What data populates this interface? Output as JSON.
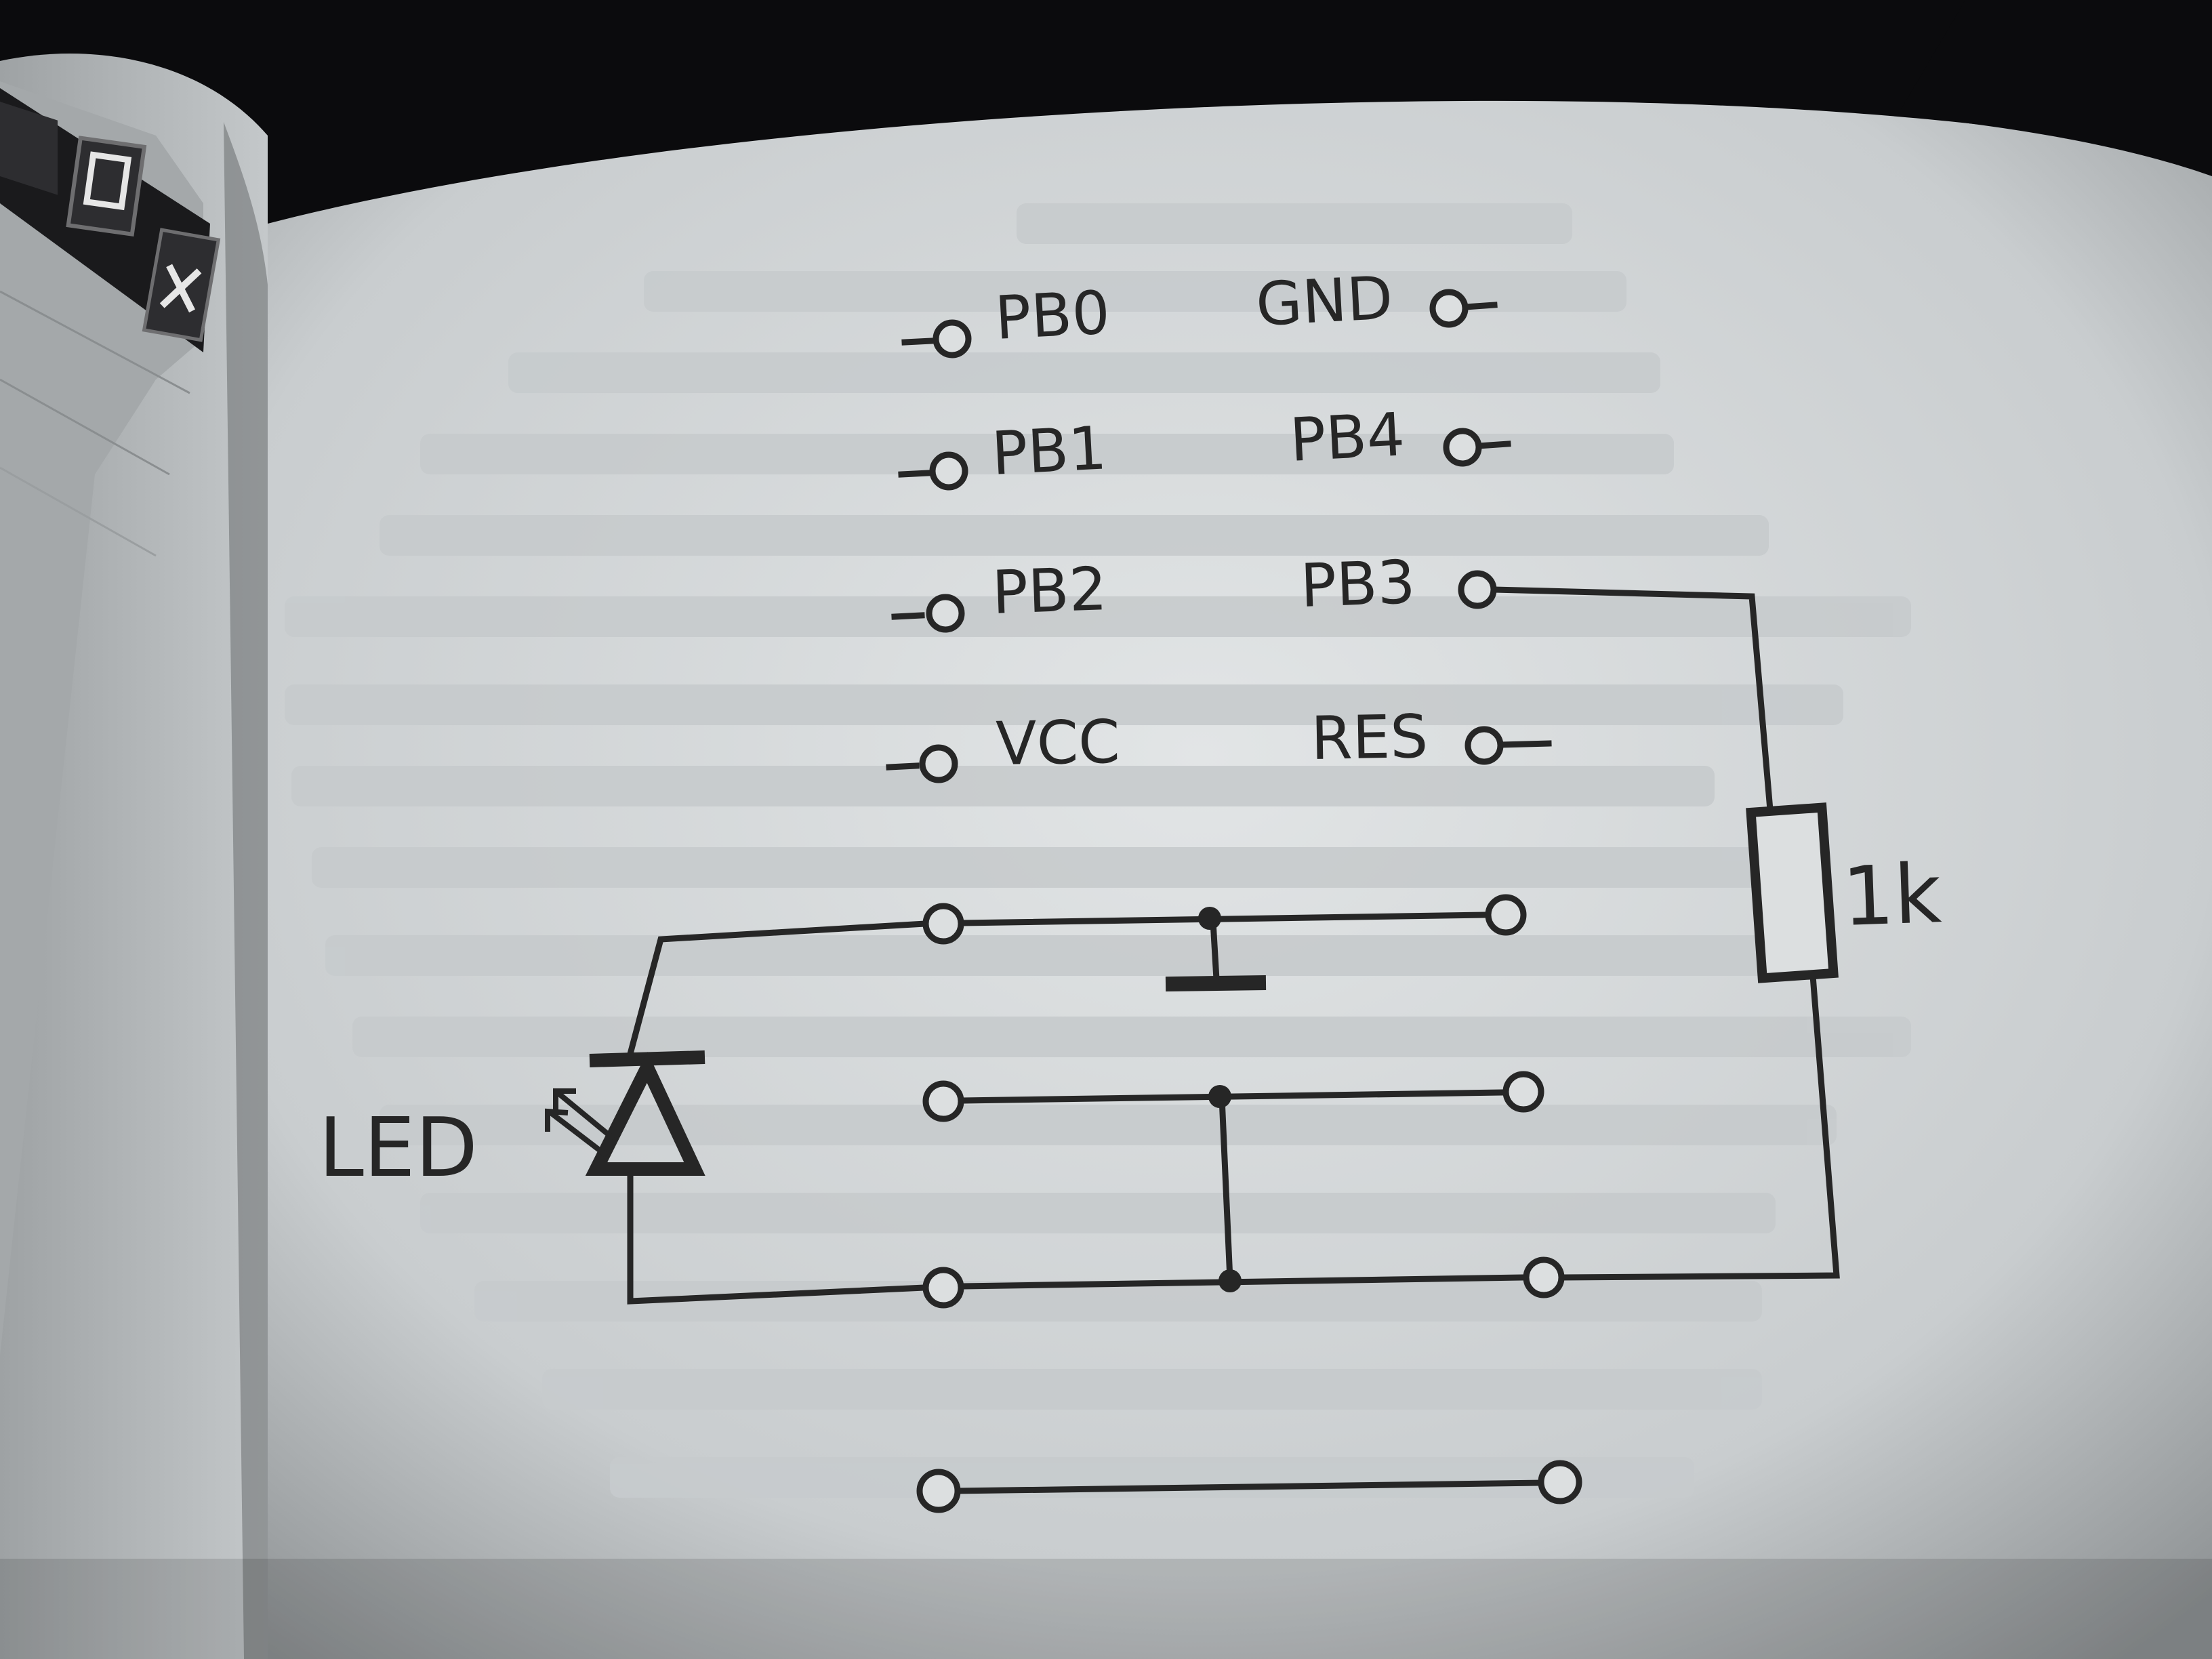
{
  "schematic": {
    "pin_labels": {
      "pb0": "PB0",
      "pb1": "PB1",
      "pb2": "PB2",
      "vcc": "VCC",
      "gnd": "GND",
      "pb4": "PB4",
      "pb3": "PB3",
      "res": "RES"
    },
    "resistor_label": "1k",
    "led_label": "LED"
  },
  "colors": {
    "ink": "#262626",
    "paper": "#dcdfe0",
    "background": "#0b0b0d"
  }
}
